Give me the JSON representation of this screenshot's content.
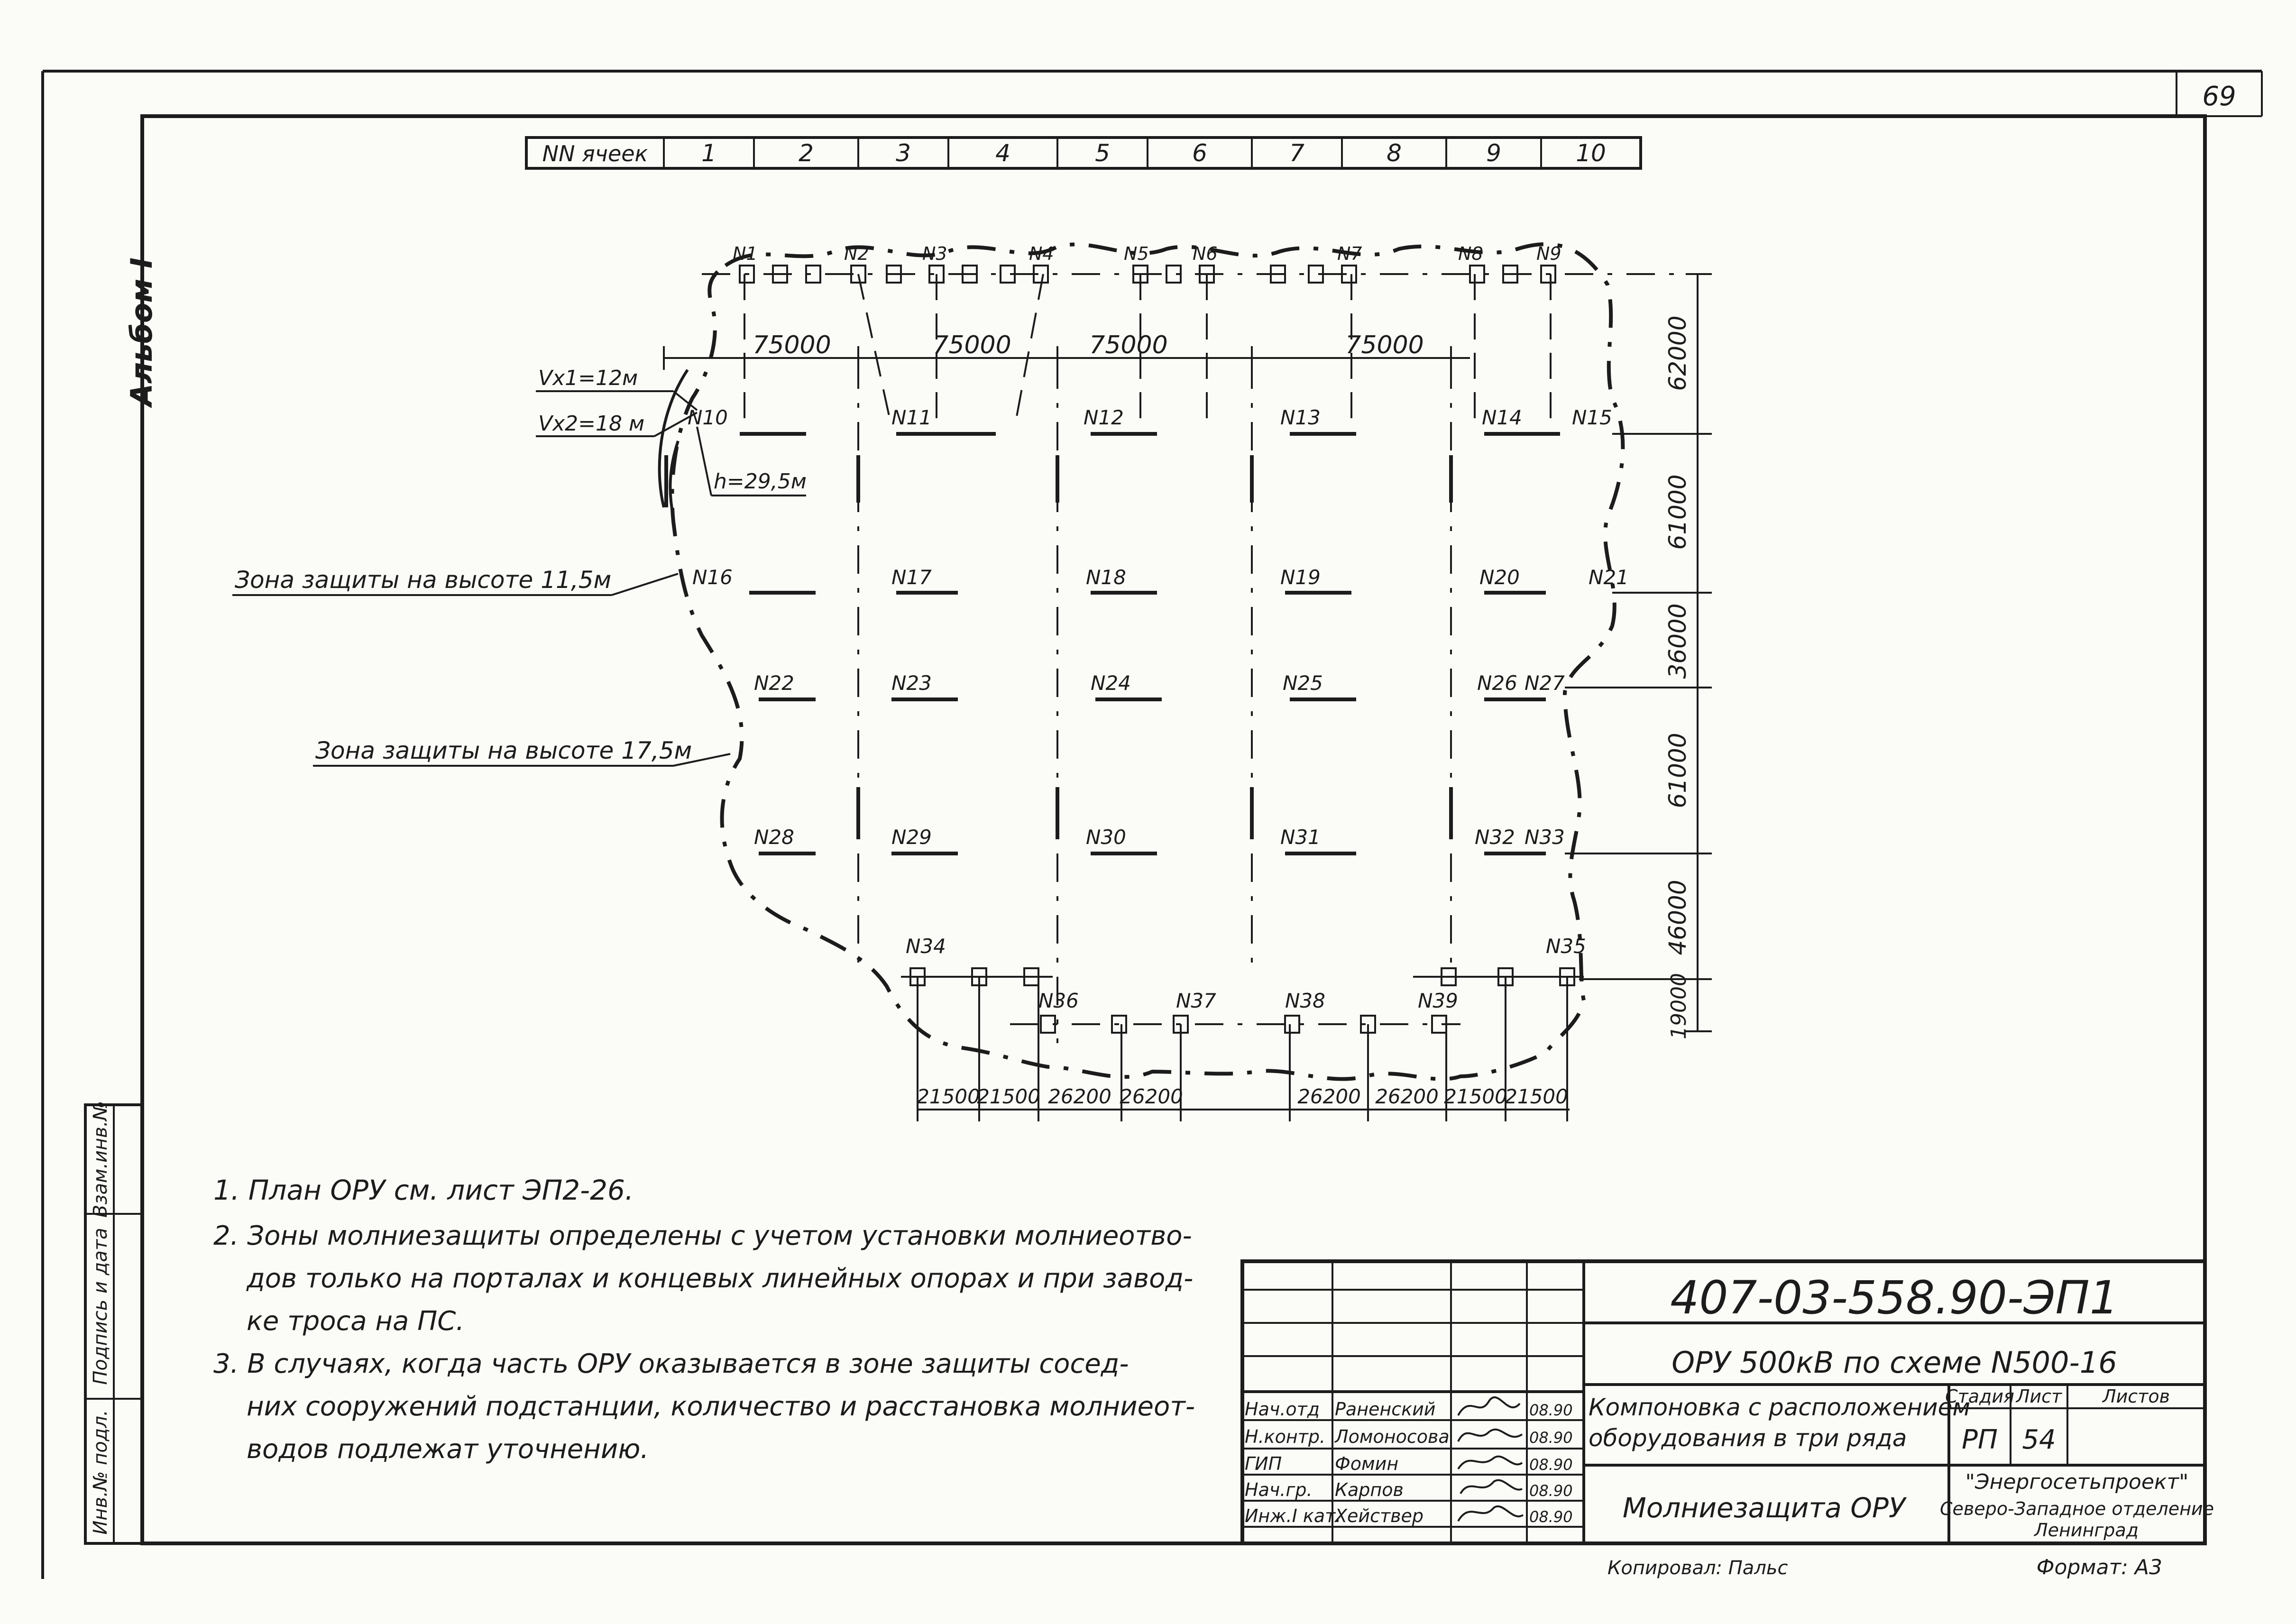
{
  "sheet_number": "69",
  "album_label": "Альбом I",
  "cells_header": {
    "label": "NN ячеек",
    "cells": [
      "1",
      "2",
      "3",
      "4",
      "5",
      "6",
      "7",
      "8",
      "9",
      "10"
    ]
  },
  "plan": {
    "top_spans": [
      "75000",
      "75000",
      "75000",
      "75000"
    ],
    "right_dims": [
      "62000",
      "61000",
      "36000",
      "61000",
      "46000",
      "19000"
    ],
    "bottom_dims": [
      "21500",
      "21500",
      "26200",
      "26200",
      "26200",
      "26200",
      "21500",
      "21500"
    ],
    "rx1": "Vx1=12м",
    "rx2": "Vx2=18 м",
    "height": "h=29,5м",
    "zone_low": "Зона защиты на высоте 11,5м",
    "zone_high": "Зона защиты на высоте 17,5м",
    "rods": [
      "N1",
      "N2",
      "N3",
      "N4",
      "N5",
      "N6",
      "N7",
      "N8",
      "N9",
      "N10",
      "N11",
      "N12",
      "N13",
      "N14",
      "N15",
      "N16",
      "N17",
      "N18",
      "N19",
      "N20",
      "N21",
      "N22",
      "N23",
      "N24",
      "N25",
      "N26",
      "N27",
      "N28",
      "N29",
      "N30",
      "N31",
      "N32",
      "N33",
      "N34",
      "N35",
      "N36",
      "N37",
      "N38",
      "N39"
    ]
  },
  "notes": [
    "1.  План ОРУ см. лист  ЭП2-26.",
    "2.  Зоны молниезащиты определены с учетом установки молниеотво-",
    "дов только на порталах и концевых линейных опорах и при завод-",
    "ке троса на ПС.",
    "3.  В случаях, когда часть ОРУ оказывается в зоне защиты сосед-",
    "них сооружений подстанции, количество и расстановка молниеот-",
    "водов подлежат уточнению."
  ],
  "left_stamp": [
    "Инв.№ подл.",
    "Подпись и дата",
    "Взам.инв.№"
  ],
  "title_block": {
    "code": "407-03-558.90-ЭП1",
    "project": "ОРУ 500кВ  по схеме N500-16",
    "subject_1": "Компоновка с расположением",
    "subject_2": "оборудования в три ряда",
    "sheet_title": "Молниезащита ОРУ",
    "stage_hdr": "Стадия",
    "sheet_hdr": "Лист",
    "sheets_hdr": "Листов",
    "stage": "РП",
    "sheet": "54",
    "org_1": "\"Энергосетьпроект\"",
    "org_2": "Северо-Западное отделение",
    "org_3": "Ленинград",
    "signers": [
      {
        "role": "Нач.отд",
        "name": "Раненский",
        "date": "08.90"
      },
      {
        "role": "Н.контр.",
        "name": "Ломоносова",
        "date": "08.90"
      },
      {
        "role": "ГИП",
        "name": "Фомин",
        "date": "08.90"
      },
      {
        "role": "Нач.гр.",
        "name": "Карпов",
        "date": "08.90"
      },
      {
        "role": "Инж.I кат.",
        "name": "Хействер",
        "date": "08.90"
      }
    ]
  },
  "copied_by": "Копировал: Пальс",
  "format": "Формат: А3"
}
